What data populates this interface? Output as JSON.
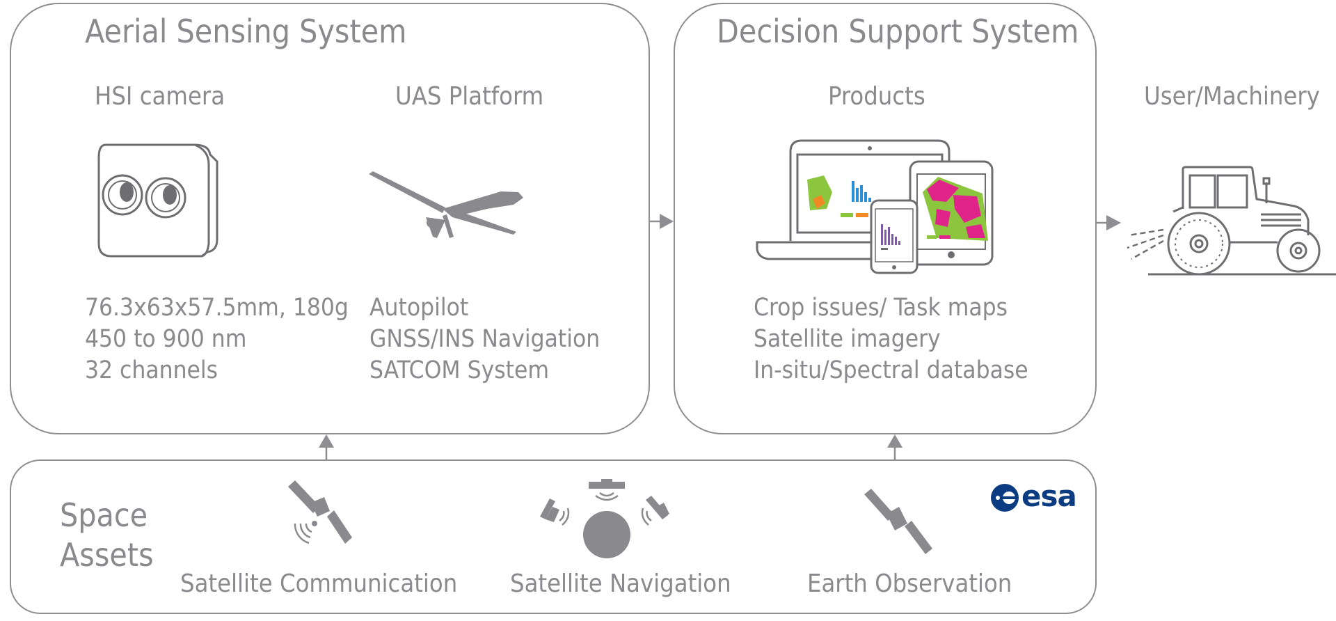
{
  "aerial": {
    "title": "Aerial Sensing System",
    "hsi": {
      "label": "HSI camera",
      "specs": [
        "76.3x63x57.5mm, 180g",
        "450 to 900 nm",
        "32 channels"
      ]
    },
    "uas": {
      "label": "UAS Platform",
      "specs": [
        "Autopilot",
        "GNSS/INS Navigation",
        "SATCOM System"
      ]
    }
  },
  "dss": {
    "title": "Decision Support System",
    "products": {
      "label": "Products",
      "specs": [
        "Crop issues/ Task maps",
        "Satellite imagery",
        "In-situ/Spectral database"
      ]
    }
  },
  "user": {
    "label": "User/Machinery"
  },
  "space": {
    "title_line1": "Space",
    "title_line2": "Assets",
    "items": [
      "Satellite Communication",
      "Satellite Navigation",
      "Earth Observation"
    ],
    "logo_text": "esa"
  },
  "colors": {
    "line": "#8e8e92",
    "text": "#8a8a8e",
    "esa_blue": "#0b3b80",
    "map_green": "#8cc63f",
    "map_magenta": "#e0258a",
    "chart_blue": "#2a8fd6",
    "chart_purple": "#7b5aa6",
    "map_orange": "#f08a24"
  },
  "icons": [
    "hsi-camera-icon",
    "uas-drone-icon",
    "devices-icon",
    "tractor-icon",
    "communication-satellite-icon",
    "navigation-satellites-icon",
    "earth-observation-satellite-icon",
    "esa-logo"
  ]
}
